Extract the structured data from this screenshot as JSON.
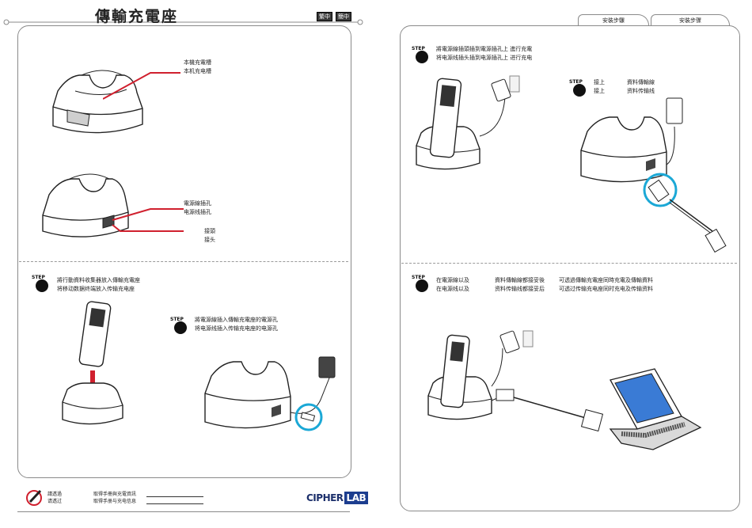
{
  "header": {
    "title": "傳輸充電座",
    "badge_traditional": "繁中",
    "badge_simplified": "簡中"
  },
  "tabs": [
    {
      "label": "安裝步驟"
    },
    {
      "label": "安裝步骤"
    }
  ],
  "left": {
    "cradle_slot_label_tc": "本機充電槽",
    "cradle_slot_label_sc": "本机充电槽",
    "power_jack_label_tc": "電源線插孔",
    "power_jack_label_sc": "电源线插孔",
    "connector_label_tc": "接頭",
    "connector_label_sc": "接头",
    "step1_text_tc": "將行動資料收集器放入傳輸充電座",
    "step1_text_sc": "将移动数据终端放入传输充电座",
    "step2_text_tc": "將電源線插入傳輸充電座的電源孔",
    "step2_text_sc": "将电源线插入传输充电座的电源孔"
  },
  "right": {
    "step3_text_tc": "將電源線插頭插到電源插孔上   進行充電",
    "step3_text_sc": "将电源线插头插到电源插孔上   进行充电",
    "step4_a_tc": "接上",
    "step4_a_sc": "接上",
    "step4_b_tc": "資料傳輸線",
    "step4_b_sc": "资料传输线",
    "step5_a_tc": "在電源線以及",
    "step5_a_sc": "在电源线以及",
    "step5_b_tc": "資料傳輸線都接妥後",
    "step5_b_sc": "资料传输线都接妥后",
    "step5_c_tc": "可透過傳輸充電座同時充電及傳輸資料",
    "step5_c_sc": "可透过传输充电座同时充电及传输资料"
  },
  "footer": {
    "note_a_tc": "請透過",
    "note_a_sc": "请透过",
    "note_b_tc": "取得手冊與充電資訊",
    "note_b_sc": "取得手册与充电信息",
    "brand_main": "CIPHER",
    "brand_lab": "LAB"
  },
  "step_word": "STEP",
  "colors": {
    "accent_red": "#d0202e",
    "highlight_cyan": "#1ba8d6",
    "brand_blue": "#1c3d8f",
    "outline_gray": "#8a8a8a"
  }
}
